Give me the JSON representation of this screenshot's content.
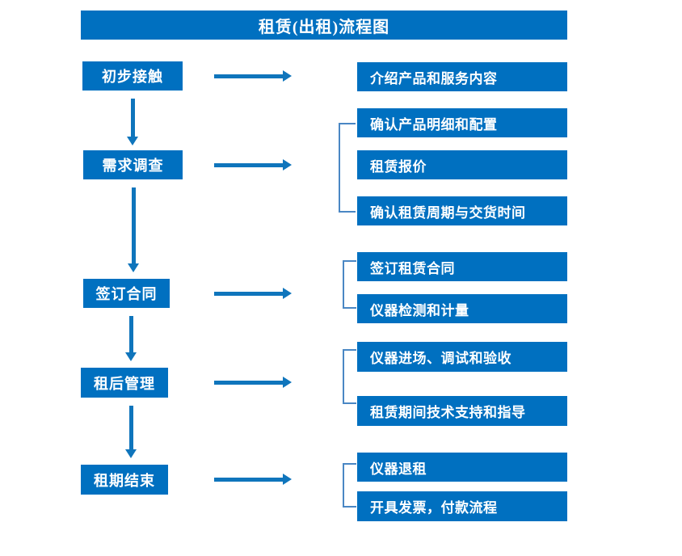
{
  "title": "租赁(出租)流程图",
  "colors": {
    "box_fill": "#0070C0",
    "box_text": "#FFFFFF",
    "arrow": "#0F75BC",
    "bracket": "#4A87C4",
    "background": "#FFFFFF"
  },
  "stages": [
    {
      "label": "初步接触"
    },
    {
      "label": "需求调查"
    },
    {
      "label": "签订合同"
    },
    {
      "label": "租后管理"
    },
    {
      "label": "租期结束"
    }
  ],
  "detail_groups": [
    {
      "stage": "初步接触",
      "has_bracket": false,
      "items": [
        {
          "label": "介绍产品和服务内容"
        }
      ]
    },
    {
      "stage": "需求调查",
      "has_bracket": true,
      "items": [
        {
          "label": "确认产品明细和配置"
        },
        {
          "label": "租赁报价"
        },
        {
          "label": "确认租赁周期与交货时间"
        }
      ]
    },
    {
      "stage": "签订合同",
      "has_bracket": true,
      "items": [
        {
          "label": "签订租赁合同"
        },
        {
          "label": "仪器检测和计量"
        }
      ]
    },
    {
      "stage": "租后管理",
      "has_bracket": true,
      "items": [
        {
          "label": "仪器进场、调试和验收"
        },
        {
          "label": "租赁期间技术支持和指导"
        }
      ]
    },
    {
      "stage": "租期结束",
      "has_bracket": true,
      "items": [
        {
          "label": "仪器退租"
        },
        {
          "label": "开具发票，付款流程"
        }
      ]
    }
  ],
  "flow": {
    "stage_to_detail_arrows": 5,
    "stage_to_stage_arrows": 4
  }
}
